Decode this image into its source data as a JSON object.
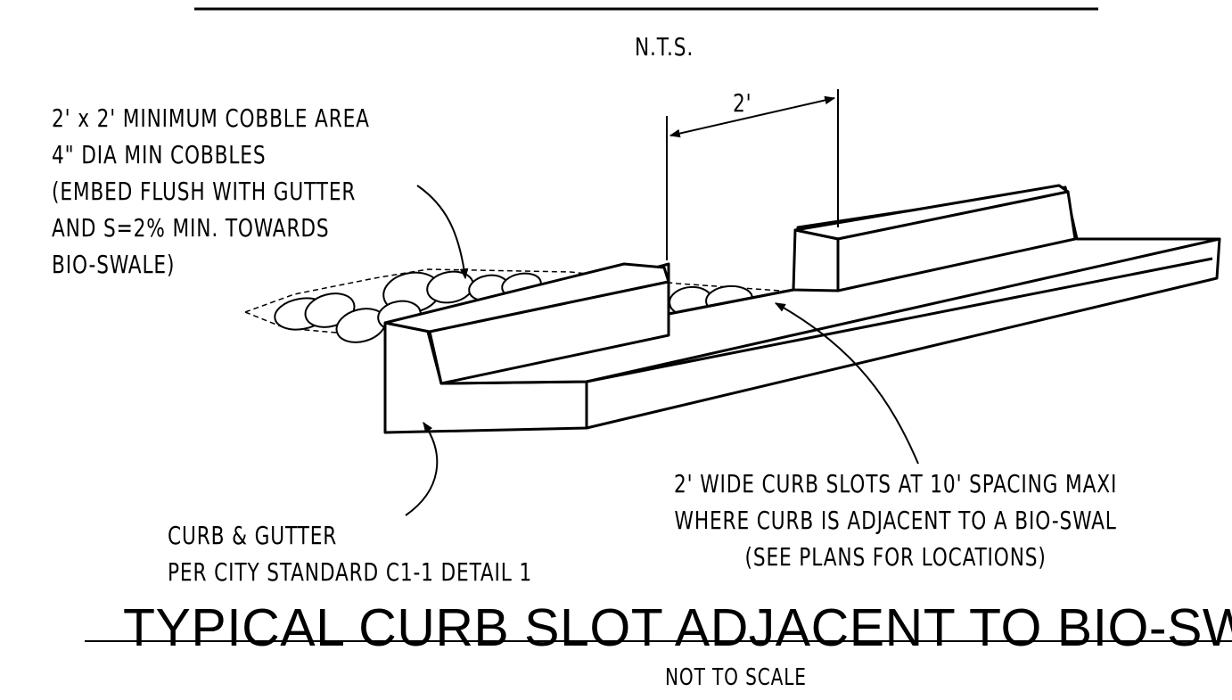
{
  "drawing": {
    "nts": "N.T.S.",
    "dimension": "2'",
    "cobble_note": [
      "2' x 2' MINIMUM COBBLE AREA",
      "4\" DIA MIN COBBLES",
      "(EMBED FLUSH WITH GUTTER",
      "AND S=2% MIN. TOWARDS",
      "BIO-SWALE)"
    ],
    "slot_note": [
      "2' WIDE CURB SLOTS AT 10' SPACING MAXI",
      "WHERE CURB IS ADJACENT TO A BIO-SWAL",
      "(SEE PLANS FOR LOCATIONS)"
    ],
    "curb_note": [
      "CURB & GUTTER",
      "PER CITY STANDARD C1-1 DETAIL 1"
    ],
    "title": "TYPICAL CURB SLOT ADJACENT TO BIO-SW",
    "scale": "NOT TO SCALE"
  },
  "colors": {
    "ink": "#000000",
    "background": "#ffffff"
  }
}
